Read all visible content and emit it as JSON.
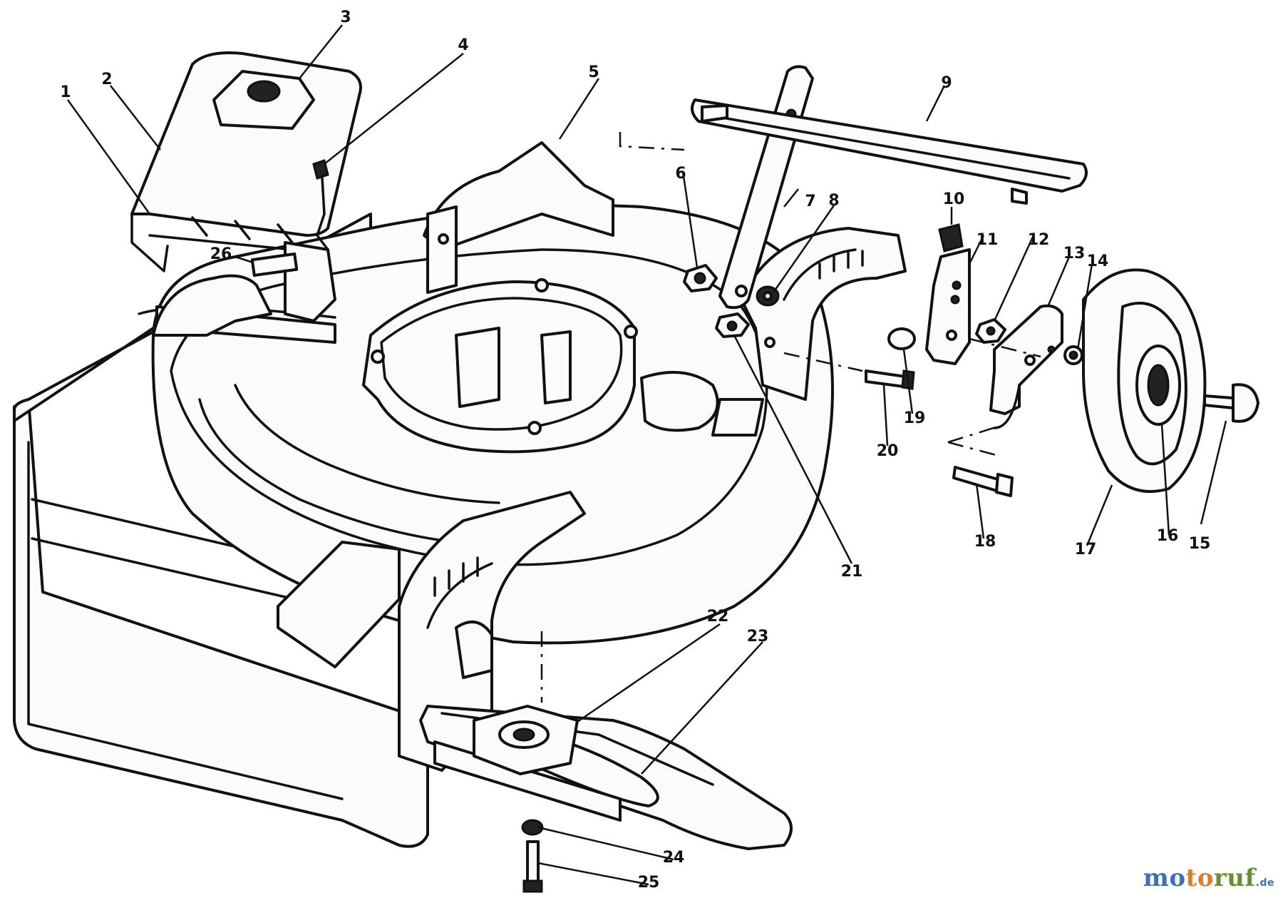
{
  "diagram": {
    "callouts": [
      {
        "id": "1",
        "label": "1"
      },
      {
        "id": "2",
        "label": "2"
      },
      {
        "id": "3",
        "label": "3"
      },
      {
        "id": "4",
        "label": "4"
      },
      {
        "id": "5",
        "label": "5"
      },
      {
        "id": "6",
        "label": "6"
      },
      {
        "id": "7",
        "label": "7"
      },
      {
        "id": "8",
        "label": "8"
      },
      {
        "id": "9",
        "label": "9"
      },
      {
        "id": "10",
        "label": "10"
      },
      {
        "id": "11",
        "label": "11"
      },
      {
        "id": "12",
        "label": "12"
      },
      {
        "id": "13",
        "label": "13"
      },
      {
        "id": "14",
        "label": "14"
      },
      {
        "id": "15",
        "label": "15"
      },
      {
        "id": "16",
        "label": "16"
      },
      {
        "id": "17",
        "label": "17"
      },
      {
        "id": "18",
        "label": "18"
      },
      {
        "id": "19",
        "label": "19"
      },
      {
        "id": "20",
        "label": "20"
      },
      {
        "id": "21",
        "label": "21"
      },
      {
        "id": "22",
        "label": "22"
      },
      {
        "id": "23",
        "label": "23"
      },
      {
        "id": "24",
        "label": "24"
      },
      {
        "id": "25",
        "label": "25"
      },
      {
        "id": "26",
        "label": "26"
      }
    ]
  },
  "watermark": {
    "part1": "mo",
    "part2": "to",
    "part3": "ruf",
    "tld": ".de",
    "colors": {
      "blue": "#3b6fb6",
      "orange": "#e07b2a",
      "green": "#6a8f2f"
    }
  }
}
